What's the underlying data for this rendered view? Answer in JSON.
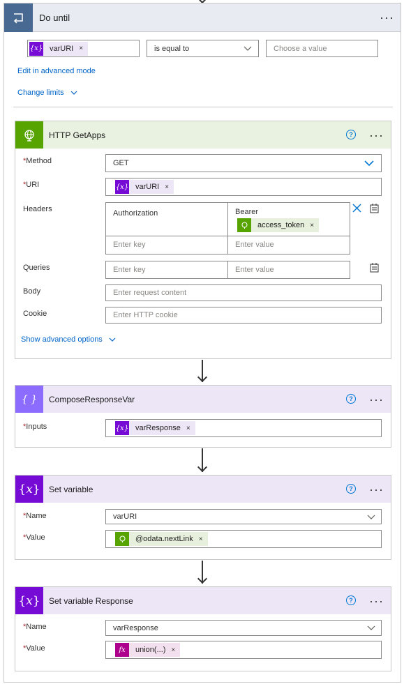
{
  "do_until": {
    "title": "Do until",
    "condition": {
      "left_token": "varURI",
      "operator": "is equal to",
      "right_placeholder": "Choose a value"
    },
    "edit_advanced": "Edit in advanced mode",
    "change_limits": "Change limits"
  },
  "http": {
    "title": "HTTP GetApps",
    "method_label": "Method",
    "method_value": "GET",
    "uri_label": "URI",
    "uri_token": "varURI",
    "headers_label": "Headers",
    "headers": [
      {
        "key": "Authorization",
        "value_text": "Bearer",
        "value_token": "access_token"
      }
    ],
    "header_key_placeholder": "Enter key",
    "header_value_placeholder": "Enter value",
    "queries_label": "Queries",
    "query_key_placeholder": "Enter key",
    "query_value_placeholder": "Enter value",
    "body_label": "Body",
    "body_placeholder": "Enter request content",
    "cookie_label": "Cookie",
    "cookie_placeholder": "Enter HTTP cookie",
    "advanced_link": "Show advanced options"
  },
  "compose": {
    "title": "ComposeResponseVar",
    "inputs_label": "Inputs",
    "inputs_token": "varResponse"
  },
  "setvar": {
    "title": "Set variable",
    "name_label": "Name",
    "name_value": "varURI",
    "value_label": "Value",
    "value_token": "@odata.nextLink"
  },
  "setvar_response": {
    "title": "Set variable Response",
    "name_label": "Name",
    "name_value": "varResponse",
    "value_label": "Value",
    "value_token": "union(...)"
  },
  "icons": {
    "variable": "{x}",
    "expression": "fx",
    "required": "*",
    "close": "×",
    "more": "···",
    "help": "?"
  },
  "colors": {
    "loop_header": "#e8ecf2",
    "loop_icon": "#486991",
    "http_header": "#e9f1e0",
    "http_icon": "#57a300",
    "variable_header": "#ede6f7",
    "variable_icon": "#770bd6",
    "compose_icon": "#8c6cff",
    "link": "#0064c8"
  }
}
